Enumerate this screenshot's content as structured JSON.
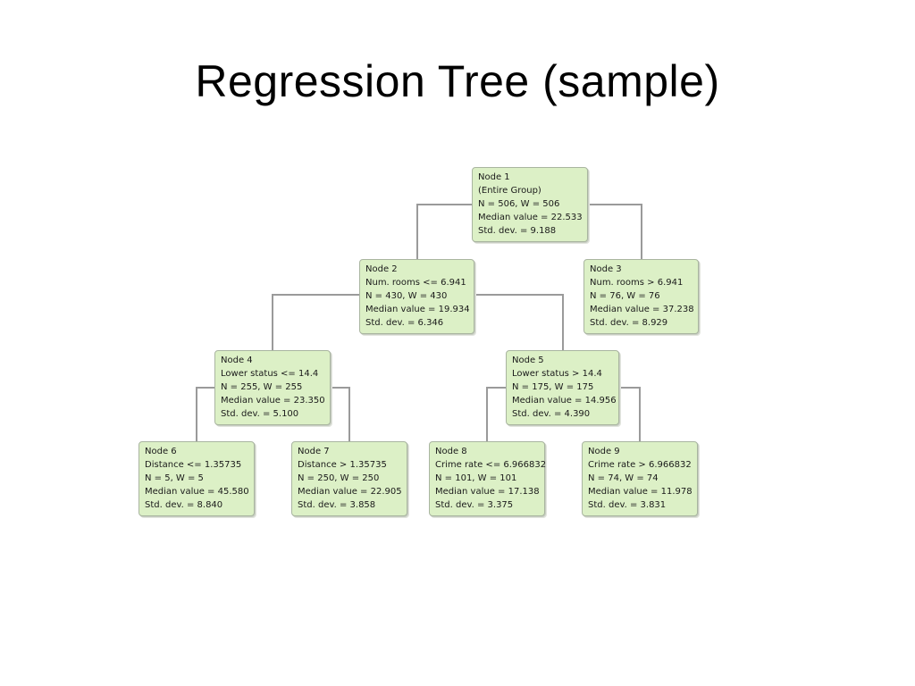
{
  "title": "Regression Tree (sample)",
  "nodes": [
    {
      "id": "n1",
      "lines": [
        "Node 1",
        "(Entire Group)",
        "N = 506,  W = 506",
        "Median value = 22.533",
        "Std. dev. = 9.188"
      ]
    },
    {
      "id": "n2",
      "lines": [
        "Node 2",
        "Num. rooms <= 6.941",
        "N = 430,  W = 430",
        "Median value = 19.934",
        "Std. dev. = 6.346"
      ]
    },
    {
      "id": "n3",
      "lines": [
        "Node 3",
        "Num. rooms > 6.941",
        "N = 76,  W = 76",
        "Median value = 37.238",
        "Std. dev. = 8.929"
      ]
    },
    {
      "id": "n4",
      "lines": [
        "Node 4",
        "Lower status <= 14.4",
        "N = 255,  W = 255",
        "Median value = 23.350",
        "Std. dev. = 5.100"
      ]
    },
    {
      "id": "n5",
      "lines": [
        "Node 5",
        "Lower status > 14.4",
        "N = 175,  W = 175",
        "Median value = 14.956",
        "Std. dev. = 4.390"
      ]
    },
    {
      "id": "n6",
      "lines": [
        "Node 6",
        "Distance <= 1.35735",
        "N = 5,  W = 5",
        "Median value = 45.580",
        "Std. dev. = 8.840"
      ]
    },
    {
      "id": "n7",
      "lines": [
        "Node 7",
        "Distance > 1.35735",
        "N = 250,  W = 250",
        "Median value = 22.905",
        "Std. dev. = 3.858"
      ]
    },
    {
      "id": "n8",
      "lines": [
        "Node 8",
        "Crime rate <= 6.966832",
        "N = 101,  W = 101",
        "Median value = 17.138",
        "Std. dev. = 3.375"
      ]
    },
    {
      "id": "n9",
      "lines": [
        "Node 9",
        "Crime rate > 6.966832",
        "N = 74,  W = 74",
        "Median value = 11.978",
        "Std. dev. = 3.831"
      ]
    }
  ],
  "edges": [
    [
      "n1",
      "n2"
    ],
    [
      "n1",
      "n3"
    ],
    [
      "n2",
      "n4"
    ],
    [
      "n2",
      "n5"
    ],
    [
      "n4",
      "n6"
    ],
    [
      "n4",
      "n7"
    ],
    [
      "n5",
      "n8"
    ],
    [
      "n5",
      "n9"
    ]
  ],
  "colors": {
    "node_fill": "#dcf0c6",
    "node_border": "#a9b5a0",
    "connector": "#9a9a9a"
  }
}
